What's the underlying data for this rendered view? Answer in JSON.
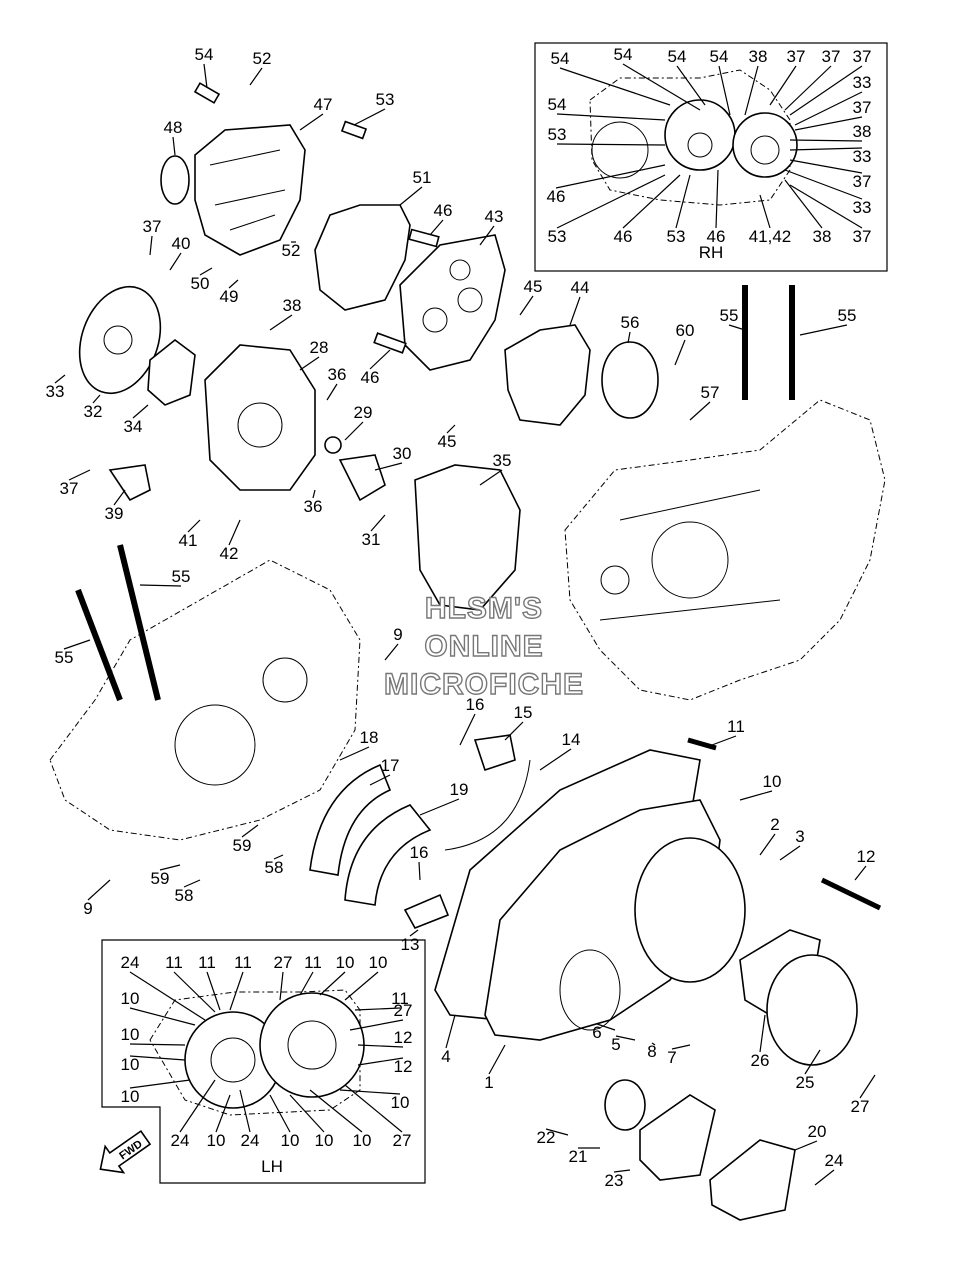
{
  "watermark": {
    "line1": "HLSM'S",
    "line2": "ONLINE",
    "line3": "MICROFICHE"
  },
  "inset_rh": {
    "caption": "RH",
    "labels": [
      "54",
      "54",
      "54",
      "54",
      "38",
      "37",
      "37",
      "37",
      "54",
      "33",
      "53",
      "37",
      "38",
      "33",
      "46",
      "37",
      "53",
      "46",
      "53",
      "46",
      "41,42",
      "38",
      "37",
      "33"
    ]
  },
  "inset_lh": {
    "caption": "LH",
    "labels": [
      "24",
      "11",
      "11",
      "11",
      "27",
      "11",
      "10",
      "10",
      "11",
      "10",
      "27",
      "10",
      "12",
      "10",
      "12",
      "10",
      "10",
      "24",
      "10",
      "24",
      "10",
      "10",
      "10",
      "27"
    ]
  },
  "fwd_label": "FWD",
  "callouts": [
    "54",
    "52",
    "53",
    "47",
    "48",
    "51",
    "46",
    "43",
    "37",
    "40",
    "50",
    "49",
    "52",
    "45",
    "44",
    "56",
    "60",
    "55",
    "55",
    "33",
    "32",
    "34",
    "38",
    "28",
    "36",
    "29",
    "46",
    "57",
    "45",
    "37",
    "39",
    "30",
    "36",
    "41",
    "42",
    "31",
    "35",
    "55",
    "55",
    "9",
    "16",
    "15",
    "14",
    "11",
    "18",
    "17",
    "19",
    "10",
    "2",
    "3",
    "59",
    "58",
    "16",
    "12",
    "59",
    "58",
    "9",
    "13",
    "4",
    "6",
    "5",
    "8",
    "7",
    "26",
    "1",
    "25",
    "27",
    "22",
    "21",
    "23",
    "20",
    "24"
  ]
}
